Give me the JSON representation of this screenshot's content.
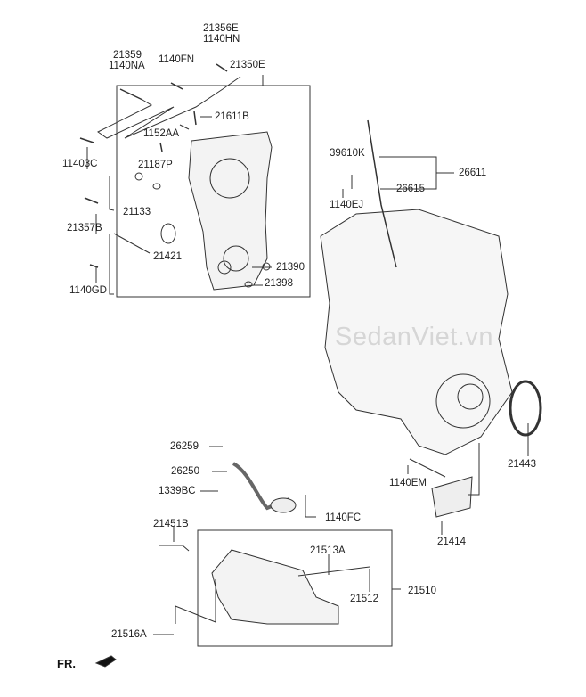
{
  "watermark": "SedanViet.vn",
  "direction_label": "FR.",
  "parts": {
    "p21356E": "21356E",
    "p1140HN": "1140HN",
    "p21359": "21359",
    "p1140NA": "1140NA",
    "p1140FN": "1140FN",
    "p21350E": "21350E",
    "p21611B": "21611B",
    "p1152AA": "1152AA",
    "p11403C": "11403C",
    "p21187P": "21187P",
    "p21133": "21133",
    "p21357B": "21357B",
    "p21421": "21421",
    "p21390": "21390",
    "p21398": "21398",
    "p1140GD": "1140GD",
    "p39610K": "39610K",
    "p26611": "26611",
    "p26615": "26615",
    "p1140EJ": "1140EJ",
    "p21443": "21443",
    "p26259": "26259",
    "p26250": "26250",
    "p1339BC": "1339BC",
    "p1140FC": "1140FC",
    "p1140EM": "1140EM",
    "p21414": "21414",
    "p21451B": "21451B",
    "p21513A": "21513A",
    "p21510": "21510",
    "p21512": "21512",
    "p21516A": "21516A"
  }
}
